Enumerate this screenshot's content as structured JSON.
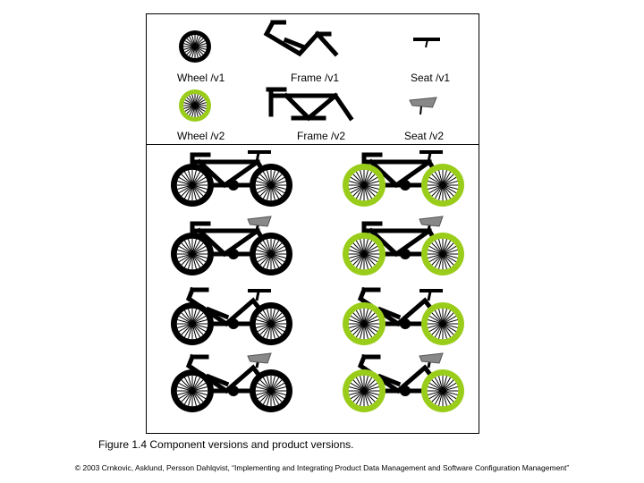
{
  "colors": {
    "wheel_v1": "#000000",
    "wheel_v2": "#9acd1a",
    "frame": "#000000",
    "seat_v2": "#888888",
    "border": "#000000"
  },
  "components": [
    {
      "label": "Wheel /v1",
      "kind": "wheel",
      "version": 1
    },
    {
      "label": "Frame /v1",
      "kind": "frame",
      "version": 1
    },
    {
      "label": "Seat /v1",
      "kind": "seat",
      "version": 1
    },
    {
      "label": "Wheel /v2",
      "kind": "wheel",
      "version": 2
    },
    {
      "label": "Frame /v2",
      "kind": "frame",
      "version": 2
    },
    {
      "label": "Seat /v2",
      "kind": "seat",
      "version": 2
    }
  ],
  "products": [
    {
      "wheel": 1,
      "frame": 1,
      "seat": 1
    },
    {
      "wheel": 2,
      "frame": 1,
      "seat": 1
    },
    {
      "wheel": 1,
      "frame": 1,
      "seat": 2
    },
    {
      "wheel": 2,
      "frame": 1,
      "seat": 2
    },
    {
      "wheel": 1,
      "frame": 2,
      "seat": 1
    },
    {
      "wheel": 2,
      "frame": 2,
      "seat": 1
    },
    {
      "wheel": 1,
      "frame": 2,
      "seat": 2
    },
    {
      "wheel": 2,
      "frame": 2,
      "seat": 2
    }
  ],
  "caption": "Figure 1.4 Component versions and product versions.",
  "copyright": "© 2003 Crnkovic, Asklund, Persson Dahlqvist, “Implementing and Integrating Product Data Management and Software Configuration Management”"
}
